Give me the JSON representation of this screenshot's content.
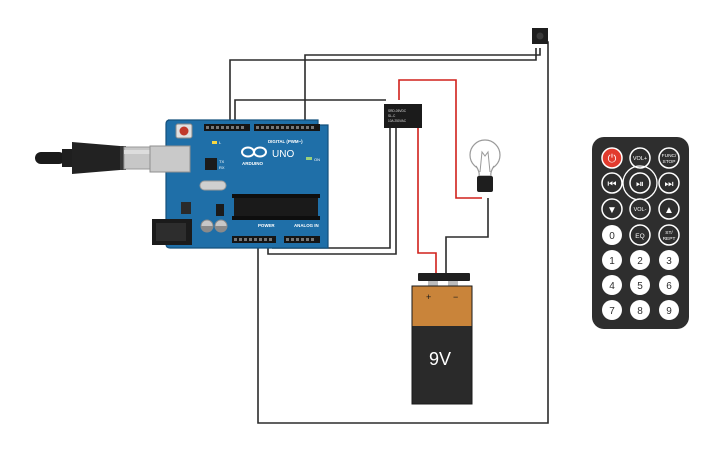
{
  "arduino": {
    "brand_text": "ARDUINO",
    "model_text": "UNO",
    "digital_header_text": "DIGITAL (PWM~)",
    "analog_header_text": "ANALOG IN",
    "power_header_text": "POWER",
    "on_label": "ON",
    "tx_label": "TX",
    "rx_label": "RX",
    "l_label": "L"
  },
  "relay": {
    "line1": "SRD-05VDC",
    "line2": "SL-C",
    "line3": "10A 250VAC"
  },
  "battery": {
    "label": "9V",
    "plus_symbol": "+",
    "minus_symbol": "−"
  },
  "remote": {
    "buttons": {
      "power": "⏻",
      "vol_plus": "VOL+",
      "func_stop_line1": "FUNC/",
      "func_stop_line2": "STOP",
      "rewind": "⏮",
      "play_pause": "⏯",
      "fast_forward": "⏭",
      "down": "▼",
      "vol_minus": "VOL-",
      "up": "▲",
      "zero": "0",
      "eq": "EQ",
      "st_rept_line1": "ST/",
      "st_rept_line2": "REPT",
      "one": "1",
      "two": "2",
      "three": "3",
      "four": "4",
      "five": "5",
      "six": "6",
      "seven": "7",
      "eight": "8",
      "nine": "9"
    }
  },
  "colors": {
    "board_blue": "#1f6fa8",
    "board_edge": "#15507c",
    "wire_black": "#2b2b2b",
    "wire_red": "#d0211b",
    "battery_orange": "#c9843a",
    "battery_black": "#2a2a2a",
    "remote_body": "#2e2e2e",
    "remote_power_red": "#e23b2e"
  }
}
